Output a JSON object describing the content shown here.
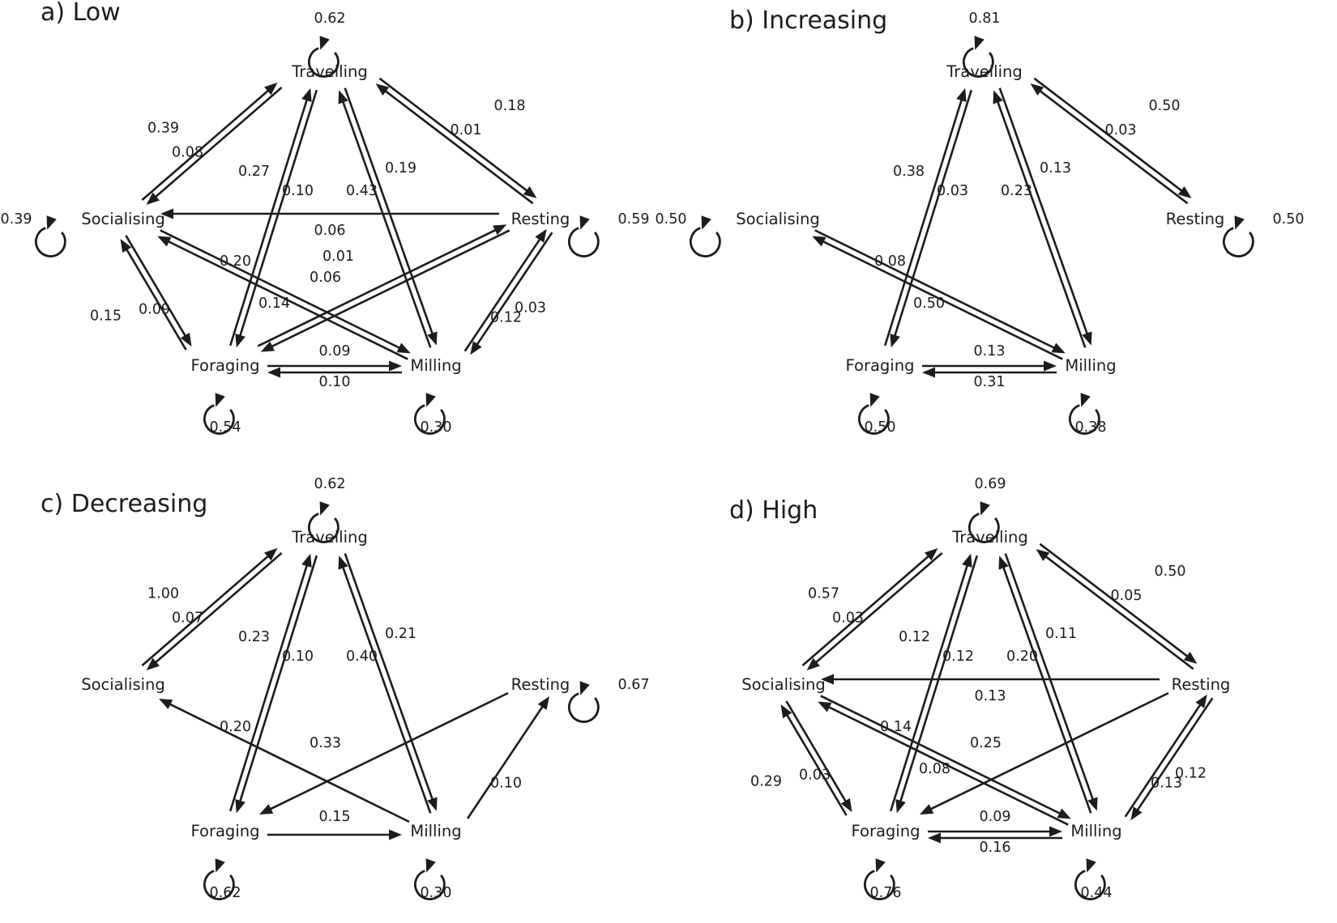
{
  "node_names": {
    "T": "Travelling",
    "S": "Socialising",
    "R": "Resting",
    "F": "Foraging",
    "M": "Milling"
  },
  "panels": [
    {
      "title": "a) Low",
      "nodes": [
        "T",
        "S",
        "R",
        "F",
        "M"
      ],
      "self": {
        "T": "0.62",
        "S": "0.39",
        "R": "0.59",
        "F": "0.54",
        "M": "0.30"
      },
      "transitions": [
        {
          "from": "S",
          "to": "T",
          "p": "0.39"
        },
        {
          "from": "T",
          "to": "S",
          "p": "0.08"
        },
        {
          "from": "F",
          "to": "T",
          "p": "0.27"
        },
        {
          "from": "T",
          "to": "F",
          "p": "0.10"
        },
        {
          "from": "M",
          "to": "T",
          "p": "0.19"
        },
        {
          "from": "T",
          "to": "M",
          "p": "0.43"
        },
        {
          "from": "T",
          "to": "R",
          "p": "0.01"
        },
        {
          "from": "R",
          "to": "T",
          "p": "0.18"
        },
        {
          "from": "R",
          "to": "S",
          "p": "0.06"
        },
        {
          "from": "M",
          "to": "S",
          "p": "0.20"
        },
        {
          "from": "S",
          "to": "M",
          "p": "0.14"
        },
        {
          "from": "F",
          "to": "R",
          "p": "0.01"
        },
        {
          "from": "R",
          "to": "F",
          "p": "0.06"
        },
        {
          "from": "S",
          "to": "F",
          "p": "0.15"
        },
        {
          "from": "F",
          "to": "S",
          "p": "0.09"
        },
        {
          "from": "M",
          "to": "R",
          "p": "0.12"
        },
        {
          "from": "R",
          "to": "M",
          "p": "0.03"
        },
        {
          "from": "F",
          "to": "M",
          "p": "0.09"
        },
        {
          "from": "M",
          "to": "F",
          "p": "0.10"
        }
      ]
    },
    {
      "title": "b) Increasing",
      "nodes": [
        "T",
        "S",
        "R",
        "F",
        "M"
      ],
      "self": {
        "T": "0.81",
        "S": "0.50",
        "R": "0.50",
        "F": "0.50",
        "M": "0.38"
      },
      "transitions": [
        {
          "from": "F",
          "to": "T",
          "p": "0.38"
        },
        {
          "from": "T",
          "to": "F",
          "p": "0.03"
        },
        {
          "from": "M",
          "to": "T",
          "p": "0.13"
        },
        {
          "from": "T",
          "to": "M",
          "p": "0.23"
        },
        {
          "from": "T",
          "to": "R",
          "p": "0.03"
        },
        {
          "from": "R",
          "to": "T",
          "p": "0.50"
        },
        {
          "from": "S",
          "to": "M",
          "p": "0.50"
        },
        {
          "from": "M",
          "to": "S",
          "p": "0.08"
        },
        {
          "from": "F",
          "to": "M",
          "p": "0.13"
        },
        {
          "from": "M",
          "to": "F",
          "p": "0.31"
        }
      ]
    },
    {
      "title": "c) Decreasing",
      "nodes": [
        "T",
        "S",
        "R",
        "F",
        "M"
      ],
      "self": {
        "T": "0.62",
        "R": "0.67",
        "F": "0.62",
        "M": "0.30"
      },
      "transitions": [
        {
          "from": "S",
          "to": "T",
          "p": "1.00"
        },
        {
          "from": "T",
          "to": "S",
          "p": "0.07"
        },
        {
          "from": "F",
          "to": "T",
          "p": "0.23"
        },
        {
          "from": "T",
          "to": "F",
          "p": "0.10"
        },
        {
          "from": "M",
          "to": "T",
          "p": "0.21"
        },
        {
          "from": "T",
          "to": "M",
          "p": "0.40"
        },
        {
          "from": "M",
          "to": "S",
          "p": "0.20"
        },
        {
          "from": "R",
          "to": "F",
          "p": "0.33"
        },
        {
          "from": "M",
          "to": "R",
          "p": "0.10"
        },
        {
          "from": "F",
          "to": "M",
          "p": "0.15"
        }
      ]
    },
    {
      "title": "d) High",
      "nodes": [
        "T",
        "S",
        "R",
        "F",
        "M"
      ],
      "self": {
        "T": "0.69",
        "F": "0.76",
        "M": "0.44"
      },
      "transitions": [
        {
          "from": "S",
          "to": "T",
          "p": "0.57"
        },
        {
          "from": "T",
          "to": "S",
          "p": "0.03"
        },
        {
          "from": "F",
          "to": "T",
          "p": "0.12"
        },
        {
          "from": "T",
          "to": "F",
          "p": "0.12"
        },
        {
          "from": "M",
          "to": "T",
          "p": "0.11"
        },
        {
          "from": "T",
          "to": "M",
          "p": "0.20"
        },
        {
          "from": "T",
          "to": "R",
          "p": "0.05"
        },
        {
          "from": "R",
          "to": "T",
          "p": "0.50"
        },
        {
          "from": "R",
          "to": "S",
          "p": "0.13"
        },
        {
          "from": "M",
          "to": "S",
          "p": "0.14"
        },
        {
          "from": "S",
          "to": "M",
          "p": "0.08"
        },
        {
          "from": "R",
          "to": "F",
          "p": "0.25"
        },
        {
          "from": "S",
          "to": "F",
          "p": "0.29"
        },
        {
          "from": "F",
          "to": "S",
          "p": "0.03"
        },
        {
          "from": "R",
          "to": "M",
          "p": "0.12"
        },
        {
          "from": "M",
          "to": "R",
          "p": "0.13"
        },
        {
          "from": "F",
          "to": "M",
          "p": "0.09"
        },
        {
          "from": "M",
          "to": "F",
          "p": "0.16"
        }
      ]
    }
  ]
}
